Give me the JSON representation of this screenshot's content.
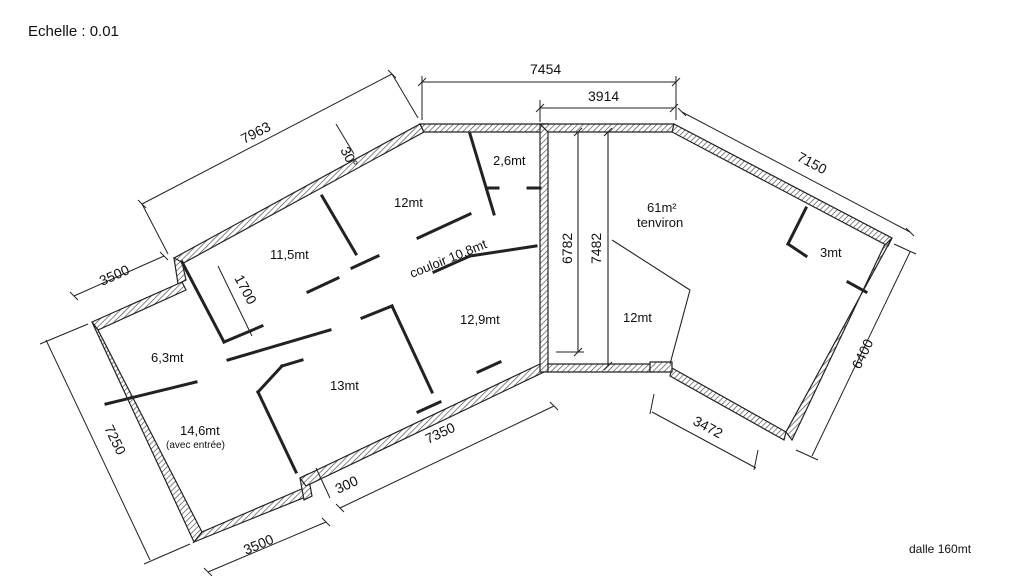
{
  "scale": {
    "label": "Echelle : 0.01"
  },
  "slab": {
    "label": "dalle 160mt"
  },
  "rooms": [
    {
      "key": "r1",
      "label": "2,6mt"
    },
    {
      "key": "r2",
      "label": "12mt"
    },
    {
      "key": "r3",
      "label": "11,5mt"
    },
    {
      "key": "r4",
      "label": "couloir 10,8mt"
    },
    {
      "key": "r5",
      "label": "12,9mt"
    },
    {
      "key": "r6",
      "label": "6,3mt"
    },
    {
      "key": "r7",
      "label": "13mt"
    },
    {
      "key": "r8",
      "label": "14,6mt"
    },
    {
      "key": "r8b",
      "label": "(avec entrée)"
    },
    {
      "key": "r9",
      "label": "61m²"
    },
    {
      "key": "r9b",
      "label": "tenviron"
    },
    {
      "key": "r10",
      "label": "3mt"
    },
    {
      "key": "r11",
      "label": "12mt"
    }
  ],
  "dimensions": [
    {
      "key": "d1",
      "label": "7454"
    },
    {
      "key": "d2",
      "label": "3914"
    },
    {
      "key": "d3",
      "label": "7963"
    },
    {
      "key": "d4",
      "label": "30°"
    },
    {
      "key": "d5",
      "label": "7150"
    },
    {
      "key": "d6",
      "label": "3500"
    },
    {
      "key": "d7",
      "label": "1700"
    },
    {
      "key": "d8",
      "label": "6782"
    },
    {
      "key": "d9",
      "label": "7482"
    },
    {
      "key": "d10",
      "label": "7250"
    },
    {
      "key": "d11",
      "label": "6400"
    },
    {
      "key": "d12",
      "label": "3472"
    },
    {
      "key": "d13",
      "label": "7350"
    },
    {
      "key": "d14",
      "label": "300"
    },
    {
      "key": "d15",
      "label": "3500"
    }
  ]
}
